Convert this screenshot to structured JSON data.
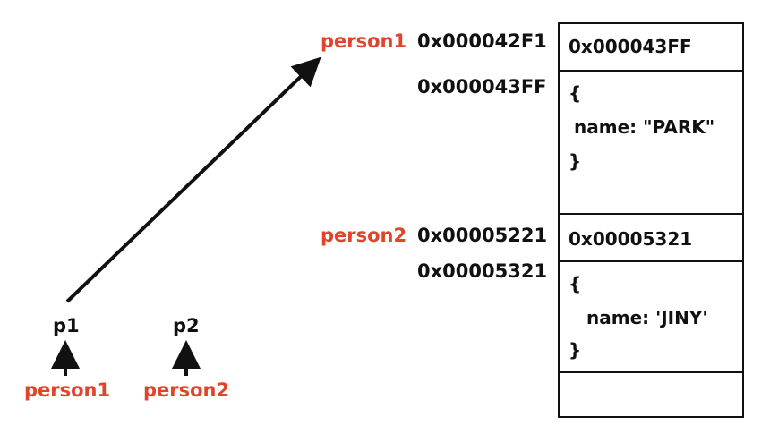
{
  "labels": {
    "person1_top": "person1",
    "person2_top": "person2",
    "p1": "p1",
    "p2": "p2",
    "person1_bottom": "person1",
    "person2_bottom": "person2"
  },
  "addresses": {
    "person1_addr": "0x000042F1",
    "obj1_addr": "0x000043FF",
    "person2_addr": "0x00005221",
    "obj2_addr": "0x00005321"
  },
  "memory": {
    "cell1_value": "0x000043FF",
    "obj1": {
      "open": "{",
      "prop": "name: \"PARK\"",
      "close": "}"
    },
    "cell3_value": "0x00005321",
    "obj2": {
      "open": "{",
      "prop": "name: 'JINY'",
      "close": "}"
    },
    "cell5_value": ""
  },
  "colors": {
    "accent": "#e0452b",
    "ink": "#111111"
  }
}
